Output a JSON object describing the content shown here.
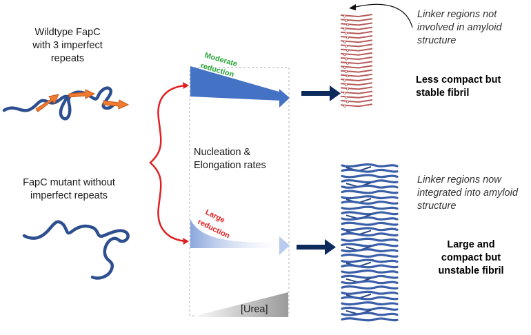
{
  "wildtype": {
    "line1": "Wildtype FapC",
    "line2": "with 3 imperfect",
    "line3": "repeats"
  },
  "mutant": {
    "line1": "FapC mutant without",
    "line2": "imperfect repeats"
  },
  "rates": {
    "line1": "Nucleation &",
    "line2": "Elongation rates"
  },
  "moderate": {
    "line1": "Moderate",
    "line2": "reduction",
    "color": "#2aa53a"
  },
  "large": {
    "line1": "Large",
    "line2": "reduction",
    "color": "#e02020"
  },
  "urea_label": "[Urea]",
  "top_right": {
    "note_line1": "Linker regions not",
    "note_line2": "involved in amyloid",
    "note_line3": "structure",
    "result_line1": "Less compact but",
    "result_line2": "stable fibril"
  },
  "bottom_right": {
    "note_line1": "Linker regions now",
    "note_line2": "integrated into amyloid",
    "note_line3": "structure",
    "result_line1": "Large and",
    "result_line2": "compact but",
    "result_line3": "unstable fibril"
  },
  "colors": {
    "protein_blue": "#2e4f8f",
    "repeat_orange": "#f07a30",
    "arrow_navy": "#0d2a5c",
    "triangle_blue": "#4472c4",
    "light_blue": "#a9bfe8",
    "fibril_red": "#b85a5a",
    "fibril_blue": "#3a5fa8",
    "bracket_red": "#e02020"
  }
}
